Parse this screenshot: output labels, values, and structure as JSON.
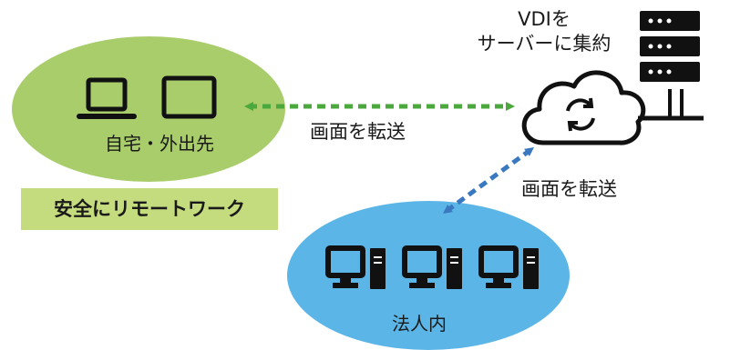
{
  "nodes": {
    "home": {
      "label": "自宅・外出先"
    },
    "server": {
      "caption_line1": "VDIを",
      "caption_line2": "サーバーに集約"
    },
    "office": {
      "label": "法人内"
    }
  },
  "edges": {
    "home_to_cloud": {
      "label": "画面を転送"
    },
    "office_to_cloud": {
      "label": "画面を転送"
    }
  },
  "banner": {
    "text": "安全にリモートワーク"
  },
  "colors": {
    "home_ellipse": "#a9cd6b",
    "office_ellipse": "#5bb5e6",
    "banner": "#c5dc7e",
    "green_arrow": "#4aa83d",
    "blue_arrow": "#3a78c0",
    "icon": "#111111"
  },
  "icons": [
    "laptop-icon",
    "tablet-icon",
    "cloud-icon",
    "sync-icon",
    "server-rack-icon",
    "desktop-pc-icon"
  ]
}
